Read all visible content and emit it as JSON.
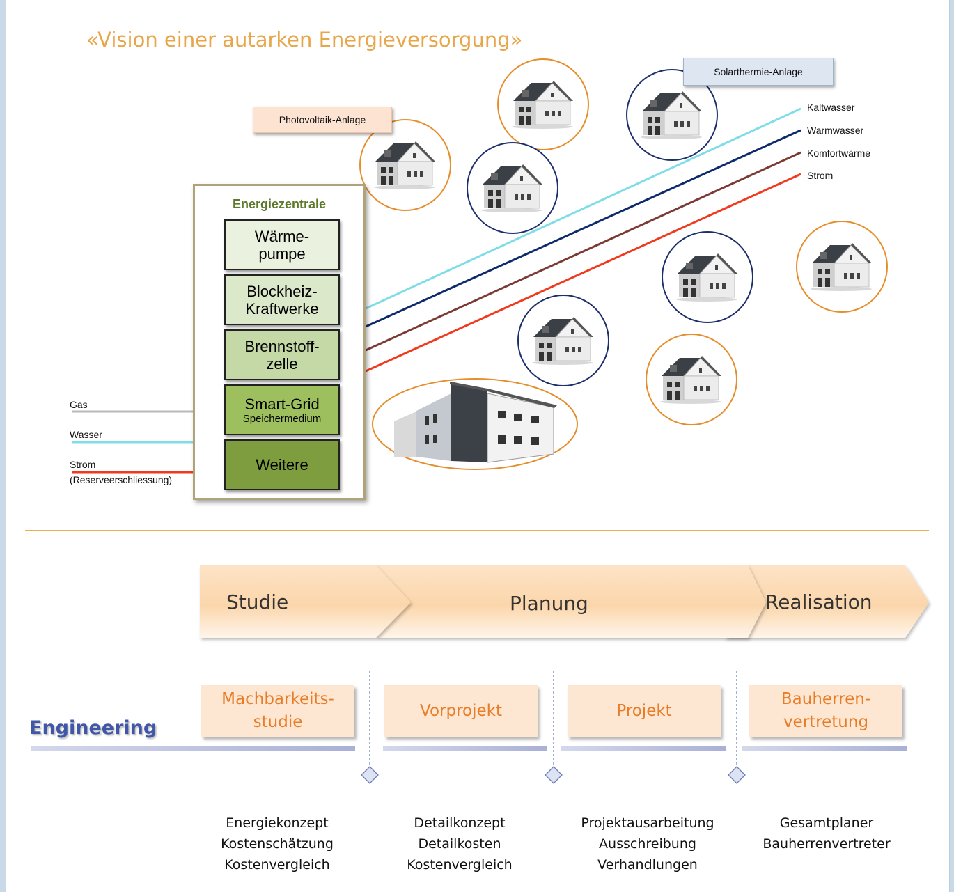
{
  "title": "«Vision einer autarken Energieversorgung»",
  "labels": {
    "photovoltaik": "Photovoltaik-Anlage",
    "solarthermie": "Solarthermie-Anlage"
  },
  "supply_lines": [
    {
      "label": "Kaltwasser",
      "color": "#7fdde8"
    },
    {
      "label": "Warmwasser",
      "color": "#0d2a6b"
    },
    {
      "label": "Komfortwärme",
      "color": "#7c3a35"
    },
    {
      "label": "Strom",
      "color": "#ef3a1d"
    }
  ],
  "inputs": [
    {
      "label": "Gas",
      "sub": "",
      "color": "#b9b9b9"
    },
    {
      "label": "Wasser",
      "sub": "",
      "color": "#7fdde8"
    },
    {
      "label": "Strom",
      "sub": "(Reserveerschliessung)",
      "color": "#ef3a1d"
    }
  ],
  "zentrale": {
    "title": "Energiezentrale",
    "modules": [
      {
        "line1": "Wärme-",
        "line2": "pumpe",
        "sub": "",
        "color": "#eaf1df"
      },
      {
        "line1": "Blockheiz-",
        "line2": "Kraftwerke",
        "sub": "",
        "color": "#dce8ca"
      },
      {
        "line1": "Brennstoff-",
        "line2": "zelle",
        "sub": "",
        "color": "#c4d9a6"
      },
      {
        "line1": "Smart-Grid",
        "line2": "",
        "sub": "Speichermedium",
        "color": "#9dbf5e"
      },
      {
        "line1": "Weitere",
        "line2": "",
        "sub": "",
        "color": "#7d9d3e"
      }
    ]
  },
  "colors": {
    "orange_ring": "#e58e2b",
    "navy_ring": "#1c2e6b",
    "accent": "#e8a64a"
  },
  "phases": [
    "Studie",
    "Planung",
    "Realisation"
  ],
  "engineering_label": "Engineering",
  "stages": [
    {
      "line1": "Machbarkeits-",
      "line2": "studie"
    },
    {
      "line1": "Vorprojekt",
      "line2": ""
    },
    {
      "line1": "Projekt",
      "line2": ""
    },
    {
      "line1": "Bauherren-",
      "line2": "vertretung"
    }
  ],
  "deliverables": [
    [
      "Energiekonzept",
      "Kostenschätzung",
      "Kostenvergleich"
    ],
    [
      "Detailkonzept",
      "Detailkosten",
      "Kostenvergleich"
    ],
    [
      "Projektausarbeitung",
      "Ausschreibung",
      "Verhandlungen"
    ],
    [
      "Gesamtplaner",
      "Bauherrenvertreter"
    ]
  ]
}
